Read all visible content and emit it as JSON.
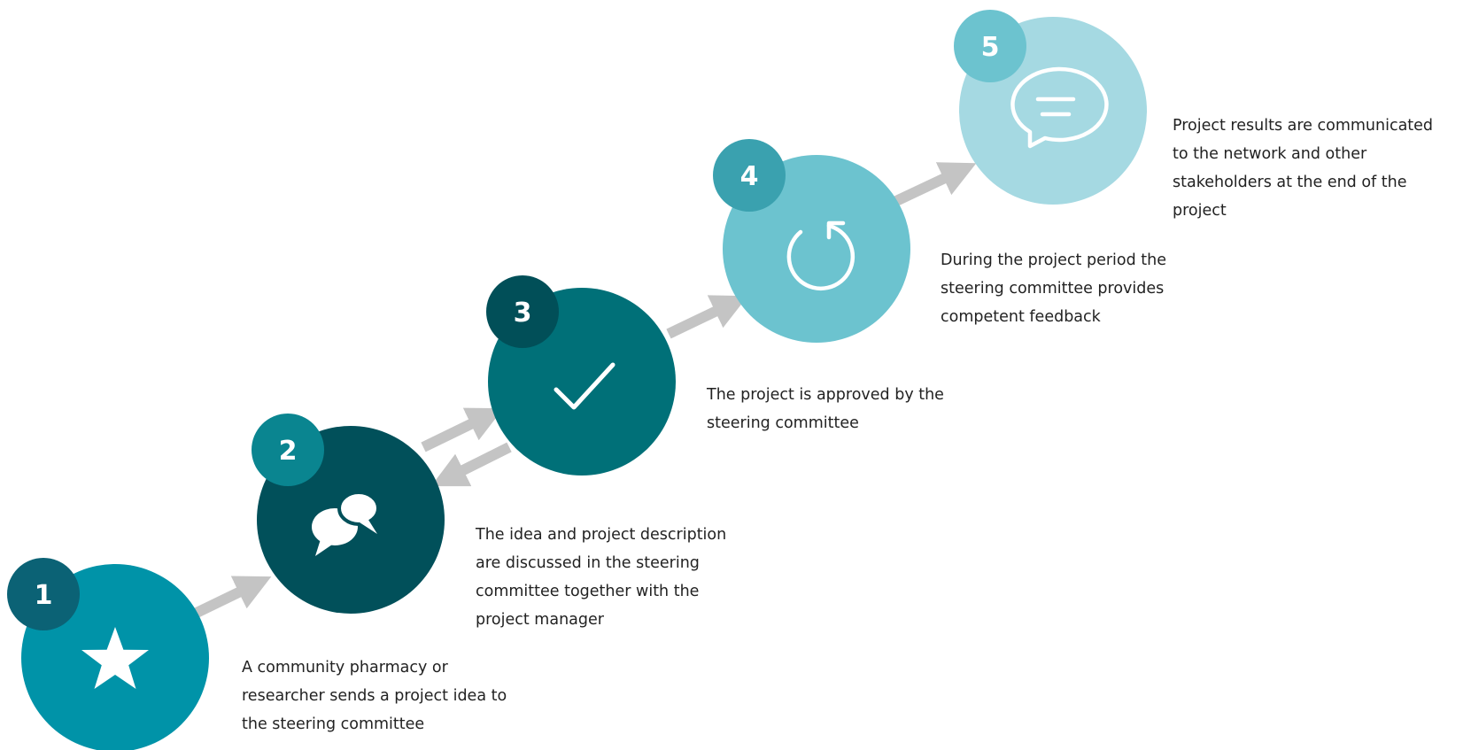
{
  "steps": [
    {
      "number": "1",
      "icon": "star-icon",
      "lines": [
        "A community pharmacy or",
        "researcher sends a project idea to",
        "the steering committee"
      ],
      "color": "#0093A8",
      "badge_color": "#0B6275"
    },
    {
      "number": "2",
      "icon": "speech-bubbles-icon",
      "lines": [
        "The idea and project description",
        "are discussed in the steering",
        "committee together with the",
        "project manager"
      ],
      "color": "#01505A",
      "badge_color": "#0A8590"
    },
    {
      "number": "3",
      "icon": "checkmark-icon",
      "lines": [
        "The project is approved by the",
        "steering committee"
      ],
      "color": "#007078",
      "badge_color": "#014F58"
    },
    {
      "number": "4",
      "icon": "refresh-icon",
      "lines": [
        "During the project period the",
        "steering committee provides",
        "competent feedback"
      ],
      "color": "#6CC3CF",
      "badge_color": "#3AA1AF"
    },
    {
      "number": "5",
      "icon": "chat-bubble-icon",
      "lines": [
        "Project results are communicated",
        "to the network and other",
        "stakeholders at the end of the",
        "project"
      ],
      "color": "#A5D9E2",
      "badge_color": "#6CC3CF"
    }
  ],
  "arrow_color": "#C4C4C4"
}
